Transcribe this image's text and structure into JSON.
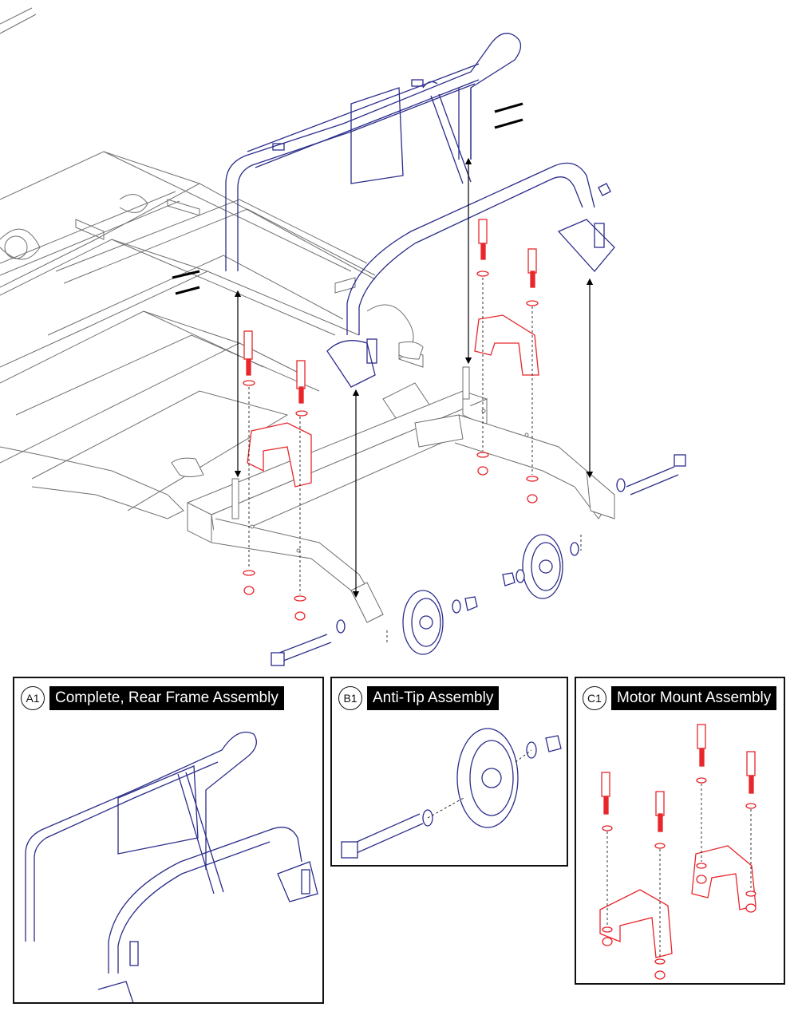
{
  "colors": {
    "frame_lines": "#777777",
    "assembly_blue": "#2b2d8a",
    "motor_mount_red": "#e8262b",
    "label_bg": "#000000",
    "label_text": "#ffffff"
  },
  "panels": [
    {
      "callout": "A1",
      "title": "Complete, Rear Frame Assembly"
    },
    {
      "callout": "B1",
      "title": "Anti-Tip Assembly"
    },
    {
      "callout": "C1",
      "title": "Motor Mount Assembly"
    }
  ]
}
